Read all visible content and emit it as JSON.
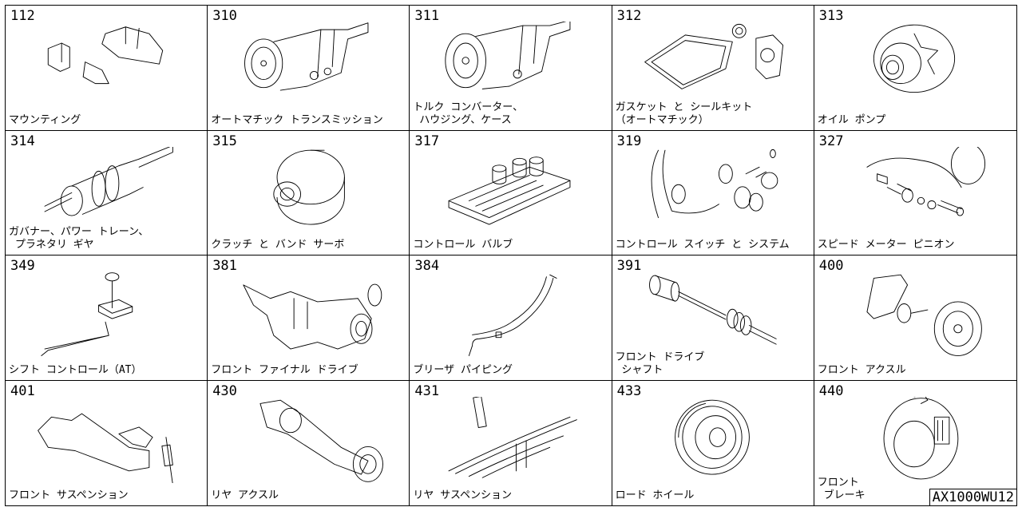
{
  "diagram": {
    "cells": [
      {
        "num": "112",
        "label": "マウンティング",
        "icon": "mounting-icon"
      },
      {
        "num": "310",
        "label": "オートマチック トランスミッション",
        "icon": "transmission-icon"
      },
      {
        "num": "311",
        "label": "トルク コンバーター、\n ハウジング、ケース",
        "icon": "torque-converter-icon"
      },
      {
        "num": "312",
        "label": "ガスケット と シールキット\n（オートマチック）",
        "icon": "gasket-icon"
      },
      {
        "num": "313",
        "label": "オイル ポンプ",
        "icon": "oil-pump-icon"
      },
      {
        "num": "314",
        "label": "ガバナー、パワー トレーン、\n プラネタリ ギヤ",
        "icon": "governor-icon"
      },
      {
        "num": "315",
        "label": "クラッチ と バンド サーボ",
        "icon": "clutch-icon"
      },
      {
        "num": "317",
        "label": "コントロール バルブ",
        "icon": "valve-icon"
      },
      {
        "num": "319",
        "label": "コントロール スイッチ と システム",
        "icon": "switch-icon"
      },
      {
        "num": "327",
        "label": "スピード メーター ピニオン",
        "icon": "pinion-icon"
      },
      {
        "num": "349",
        "label": "シフト コントロール（AT）",
        "icon": "shift-lever-icon"
      },
      {
        "num": "381",
        "label": "フロント ファイナル ドライブ",
        "icon": "final-drive-icon"
      },
      {
        "num": "384",
        "label": "ブリーザ パイピング",
        "icon": "breather-pipe-icon"
      },
      {
        "num": "391",
        "label": "フロント ドライブ\n シャフト",
        "icon": "drive-shaft-icon"
      },
      {
        "num": "400",
        "label": "フロント アクスル",
        "icon": "front-axle-icon"
      },
      {
        "num": "401",
        "label": "フロント サスペンション",
        "icon": "suspension-icon"
      },
      {
        "num": "430",
        "label": "リヤ アクスル",
        "icon": "rear-axle-icon"
      },
      {
        "num": "431",
        "label": "リヤ サスペンション",
        "icon": "leaf-spring-icon"
      },
      {
        "num": "433",
        "label": "ロード ホイール",
        "icon": "wheel-icon"
      },
      {
        "num": "440",
        "label": "フロント\n ブレーキ",
        "icon": "brake-icon"
      }
    ],
    "code": "AX1000WU12"
  }
}
